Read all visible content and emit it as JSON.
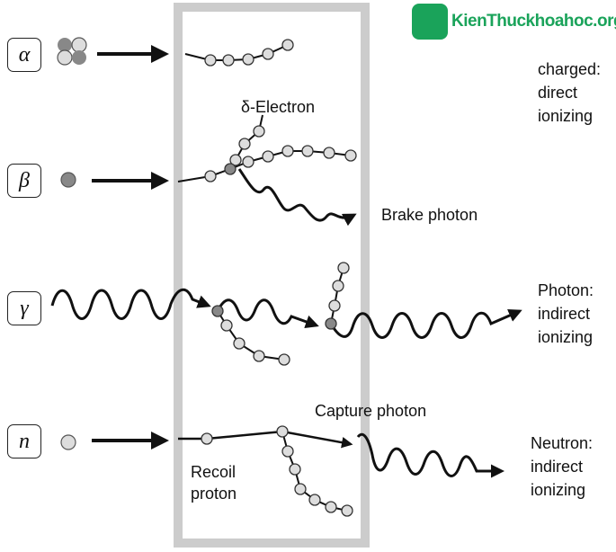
{
  "brand": {
    "text": "KienThuckhoahoc.org",
    "icon": "bulb-icon",
    "color": "#1aa35a"
  },
  "particles": [
    {
      "id": "alpha",
      "symbol": "α"
    },
    {
      "id": "beta",
      "symbol": "β"
    },
    {
      "id": "gamma",
      "symbol": "γ"
    },
    {
      "id": "neutron",
      "symbol": "n"
    }
  ],
  "labels": {
    "delta_electron": "δ-Electron",
    "brake_photon": "Brake photon",
    "capture_photon": "Capture photon",
    "recoil": "Recoil",
    "proton": "proton",
    "charged": [
      "charged:",
      "direct",
      "ionizing"
    ],
    "photon": [
      "Photon:",
      "indirect",
      "ionizing"
    ],
    "neutron": [
      "Neutron:",
      "indirect",
      "ionizing"
    ]
  },
  "colors": {
    "slab": "#cccccc",
    "particle_light": "#dddddd",
    "particle_dark": "#888888",
    "line": "#111111"
  }
}
